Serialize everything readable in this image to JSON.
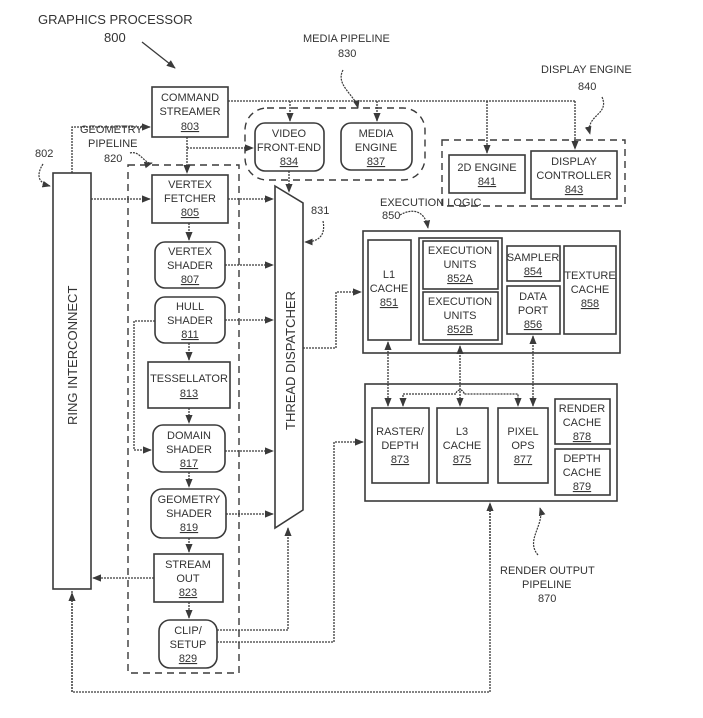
{
  "title": {
    "name": "GRAPHICS PROCESSOR",
    "ref": "800"
  },
  "ring_interconnect": {
    "label": "RING INTERCONNECT",
    "ref": "802"
  },
  "thread_dispatcher": {
    "label": "THREAD DISPATCHER",
    "ref": "831"
  },
  "command_streamer": {
    "line1": "COMMAND",
    "line2": "STREAMER",
    "ref": "803"
  },
  "geometry_pipeline": {
    "label_line1": "GEOMETRY",
    "label_line2": "PIPELINE",
    "ref": "820",
    "blocks": {
      "vertex_fetcher": {
        "line1": "VERTEX",
        "line2": "FETCHER",
        "ref": "805"
      },
      "vertex_shader": {
        "line1": "VERTEX",
        "line2": "SHADER",
        "ref": "807"
      },
      "hull_shader": {
        "line1": "HULL",
        "line2": "SHADER",
        "ref": "811"
      },
      "tessellator": {
        "line1": "TESSELLATOR",
        "ref": "813"
      },
      "domain_shader": {
        "line1": "DOMAIN",
        "line2": "SHADER",
        "ref": "817"
      },
      "geometry_shader": {
        "line1": "GEOMETRY",
        "line2": "SHADER",
        "ref": "819"
      },
      "stream_out": {
        "line1": "STREAM",
        "line2": "OUT",
        "ref": "823"
      },
      "clip_setup": {
        "line1": "CLIP/",
        "line2": "SETUP",
        "ref": "829"
      }
    }
  },
  "media_pipeline": {
    "label": "MEDIA PIPELINE",
    "ref": "830",
    "blocks": {
      "video_front_end": {
        "line1": "VIDEO",
        "line2": "FRONT-END",
        "ref": "834"
      },
      "media_engine": {
        "line1": "MEDIA",
        "line2": "ENGINE",
        "ref": "837"
      }
    }
  },
  "display_engine": {
    "label": "DISPLAY ENGINE",
    "ref": "840",
    "blocks": {
      "engine_2d": {
        "line1": "2D ENGINE",
        "ref": "841"
      },
      "display_controller": {
        "line1": "DISPLAY",
        "line2": "CONTROLLER",
        "ref": "843"
      }
    }
  },
  "execution_logic": {
    "label": "EXECUTION LOGIC",
    "ref": "850",
    "blocks": {
      "l1_cache": {
        "line1": "L1",
        "line2": "CACHE",
        "ref": "851"
      },
      "exec_units_a": {
        "line1": "EXECUTION",
        "line2": "UNITS",
        "ref": "852A"
      },
      "exec_units_b": {
        "line1": "EXECUTION",
        "line2": "UNITS",
        "ref": "852B"
      },
      "sampler": {
        "line1": "SAMPLER",
        "ref": "854"
      },
      "data_port": {
        "line1": "DATA",
        "line2": "PORT",
        "ref": "856"
      },
      "texture_cache": {
        "line1": "TEXTURE",
        "line2": "CACHE",
        "ref": "858"
      }
    }
  },
  "render_output_pipeline": {
    "label_line1": "RENDER  OUTPUT",
    "label_line2": "PIPELINE",
    "ref": "870",
    "blocks": {
      "raster_depth": {
        "line1": "RASTER/",
        "line2": "DEPTH",
        "ref": "873"
      },
      "l3_cache": {
        "line1": "L3",
        "line2": "CACHE",
        "ref": "875"
      },
      "pixel_ops": {
        "line1": "PIXEL",
        "line2": "OPS",
        "ref": "877"
      },
      "render_cache": {
        "line1": "RENDER",
        "line2": "CACHE",
        "ref": "878"
      },
      "depth_cache": {
        "line1": "DEPTH",
        "line2": "CACHE",
        "ref": "879"
      }
    }
  }
}
